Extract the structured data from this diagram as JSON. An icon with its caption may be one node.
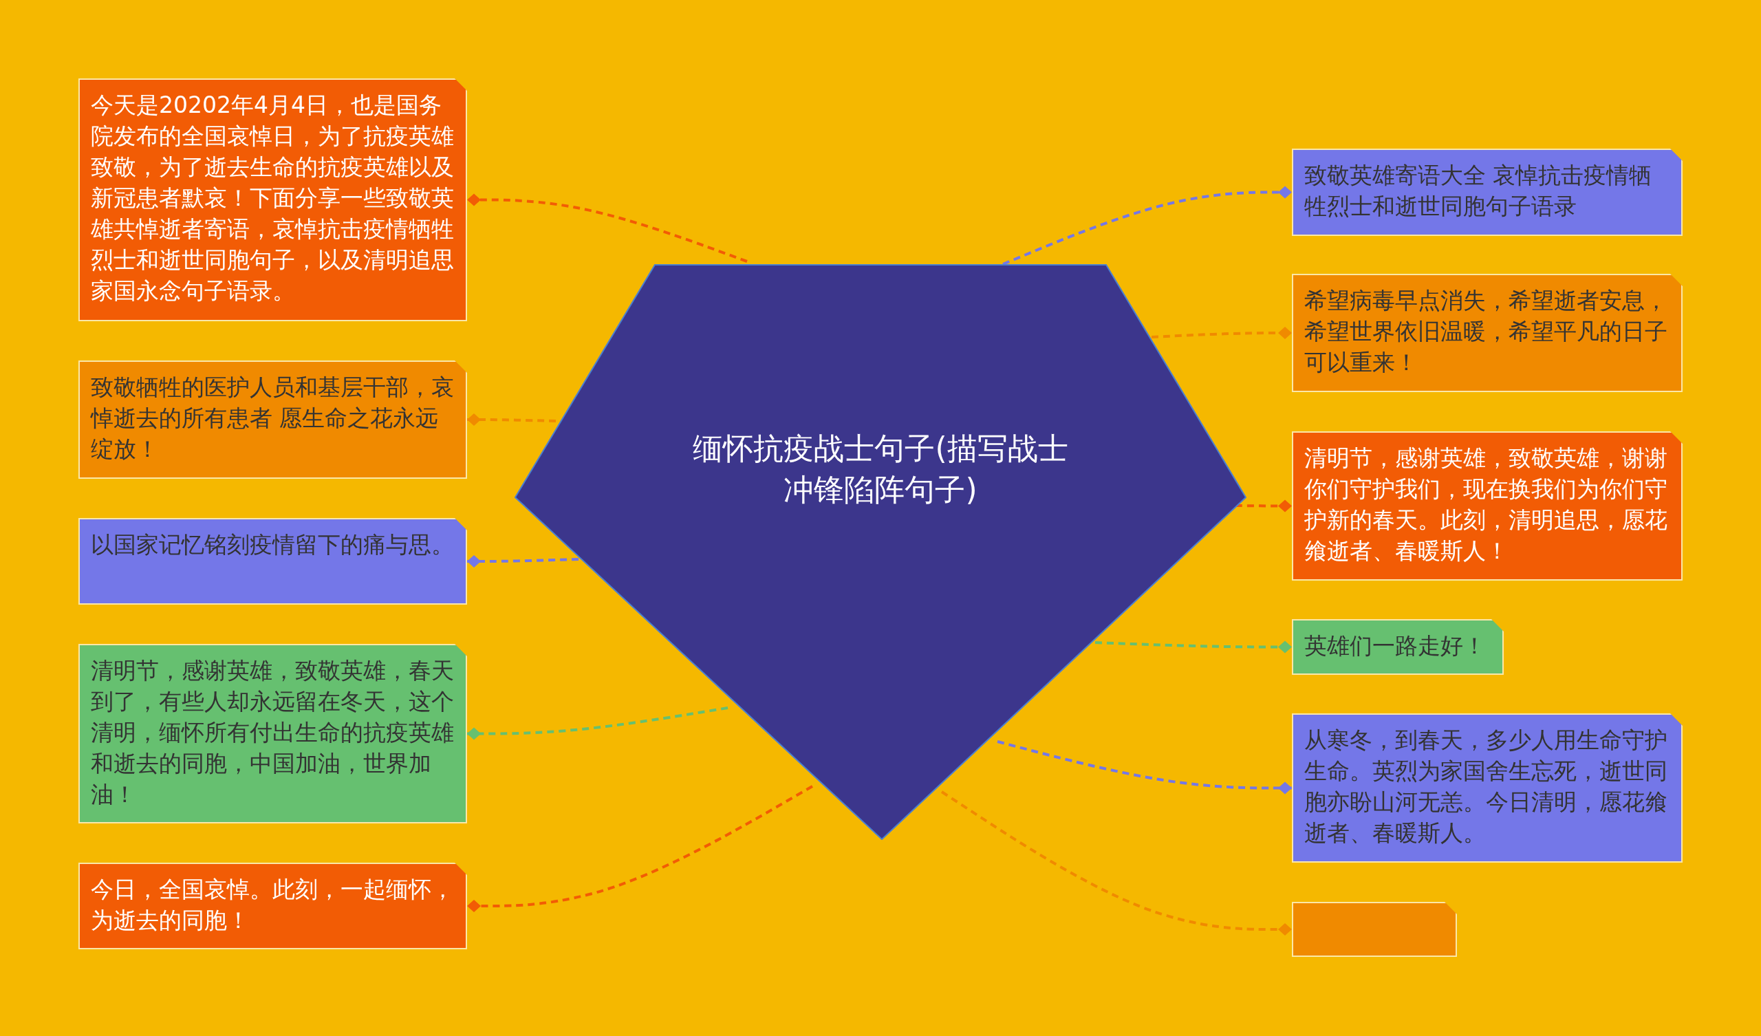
{
  "diagram": {
    "nodes": [
      {
        "text": [
          "缅怀抗疫战士句子(描写战士冲锋陷阵句子)"
        ]
      },
      {
        "text": [
          "今天是20202年4月4日，也是国务院发布的全国哀悼日，为了抗疫英雄致敬，为了逝去生命的抗疫英雄以及新冠患者默哀！下面分享一些致敬英雄共悼逝者寄语，哀悼抗击疫情牺牲烈士和逝世同胞句子，以及清明追思家国永念句子语录。"
        ]
      },
      {
        "text": [
          "致敬牺牲的医护人员和基层干部，哀悼逝去的所有患者 愿生命之花永远绽放！"
        ]
      },
      {
        "text": [
          "以国家记忆铭刻疫情留下的痛与思。"
        ]
      },
      {
        "text": [
          "清明节，感谢英雄，致敬英雄，春天到了，有些人却永远留在冬天，这个清明，缅怀所有付出生命的抗疫英雄和逝去的同胞，中国加油，世界加油！"
        ]
      },
      {
        "text": [
          "今日，全国哀悼。此刻，一起缅怀，为逝去的同胞！"
        ]
      },
      {
        "text": [
          "致敬英雄寄语大全 哀悼抗击疫情牺牲烈士和逝世同胞句子语录"
        ]
      },
      {
        "text": [
          "希望病毒早点消失，希望逝者安息，希望世界依旧温暖，希望平凡的日子可以重来！"
        ]
      },
      {
        "text": [
          "清明节，感谢英雄，致敬英雄，谢谢你们守护我们，现在换我们为你们守护新的春天。此刻，清明追思，愿花飨逝者、春暖斯人！"
        ]
      },
      {
        "text": [
          "英雄们一路走好！"
        ]
      },
      {
        "text": [
          "从寒冬，到春天，多少人用生命守护生命。英烈为家国舍生忘死，逝世同胞亦盼山河无恙。今日清明，愿花飨逝者、春暖斯人。"
        ]
      },
      {
        "text": [],
        "shape": "box"
      }
    ],
    "edges": [
      {
        "from": 0,
        "to": 1,
        "arrow": "other",
        "style": "dashed",
        "color": "#f25c05"
      },
      {
        "from": 0,
        "to": 2,
        "arrow": "other",
        "style": "dashed",
        "color": "#f08a00"
      },
      {
        "from": 0,
        "to": 3,
        "arrow": "other",
        "style": "dashed",
        "color": "#7477e8"
      },
      {
        "from": 0,
        "to": 4,
        "arrow": "other",
        "style": "dashed",
        "color": "#66c070"
      },
      {
        "from": 0,
        "to": 5,
        "arrow": "other",
        "style": "dashed",
        "color": "#f25c05"
      },
      {
        "from": 0,
        "to": 6,
        "arrow": "other",
        "style": "dashed",
        "color": "#7477e8"
      },
      {
        "from": 0,
        "to": 7,
        "arrow": "other",
        "style": "dashed",
        "color": "#f08a00"
      },
      {
        "from": 0,
        "to": 8,
        "arrow": "other",
        "style": "dashed",
        "color": "#f25c05"
      },
      {
        "from": 0,
        "to": 9,
        "arrow": "other",
        "style": "dashed",
        "color": "#66c070"
      },
      {
        "from": 0,
        "to": 10,
        "arrow": "other",
        "style": "dashed",
        "color": "#7477e8"
      },
      {
        "from": 0,
        "to": 11,
        "arrow": "other",
        "style": "dashed",
        "color": "#f08a00"
      }
    ]
  }
}
